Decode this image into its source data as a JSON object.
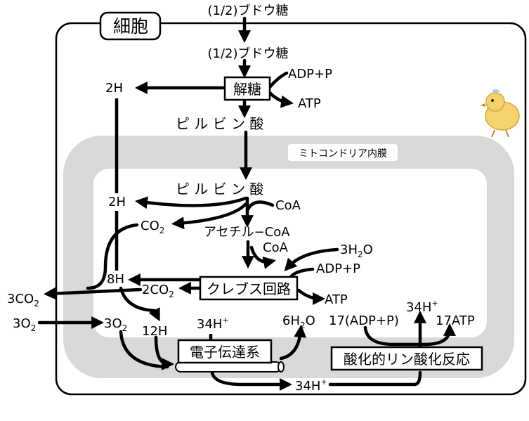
{
  "cell_label": "細胞",
  "glucose_outside": "(1/2)ブドウ糖",
  "glucose_inside": "(1/2)ブドウ糖",
  "glycolysis": {
    "label": "解糖",
    "adp_in": "ADP+P",
    "atp_out": "ATP",
    "h_out": "2H"
  },
  "pyruvate_cytosol": "ピ ル ビ ン 酸",
  "mitochondria_label": "ミトコンドリア内膜",
  "pyruvate_mito": "ピ ル ビ ン 酸",
  "coa_in": "CoA",
  "h_mito": "2H",
  "co2": {
    "base": "CO",
    "sub": "2"
  },
  "acetyl_coa": "アセチル−CoA",
  "coa_out": "CoA",
  "water_in": {
    "pre": "3H",
    "sub": "2",
    "post": "O"
  },
  "krebs": {
    "label": "クレブス回路",
    "adp_in": "ADP+P",
    "atp_out": "ATP",
    "co2_out": {
      "base": "2CO",
      "sub": "2"
    },
    "h_out": "8H"
  },
  "co2_total": {
    "base": "3CO",
    "sub": "2"
  },
  "o2_outside": {
    "base": "3O",
    "sub": "2"
  },
  "o2_inside": {
    "base": "3O",
    "sub": "2"
  },
  "h12": "12H",
  "etc": {
    "label": "電子伝達系",
    "h_in": "34H",
    "h_in_sup": "+",
    "water_out": {
      "pre": "6H",
      "sub": "2",
      "post": "O"
    },
    "h_out": "34H",
    "h_out_sup": "+"
  },
  "oxphos": {
    "label": "酸化的リン酸化反応",
    "adp_in": "17(ADP+P)",
    "h_ret": "34H",
    "h_ret_sup": "+",
    "atp_out": "17ATP"
  },
  "colors": {
    "mito": "#d9d9d9",
    "line": "#000000",
    "chick": "#f3d36b"
  },
  "icons": [
    "chick-doodle-icon"
  ]
}
